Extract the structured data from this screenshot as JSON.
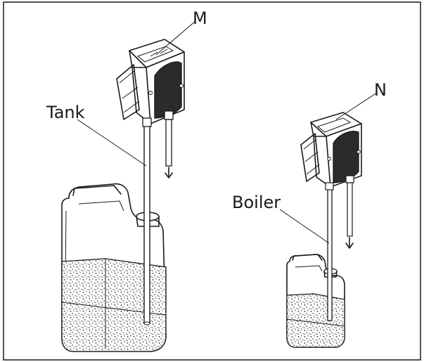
{
  "labels": {
    "pump_m": "M",
    "pump_n": "N",
    "tank": "Tank",
    "boiler": "Boiler"
  },
  "colors": {
    "ink": "#1a1a1a",
    "paper": "#ffffff",
    "speckle": "#2a2a2a"
  }
}
